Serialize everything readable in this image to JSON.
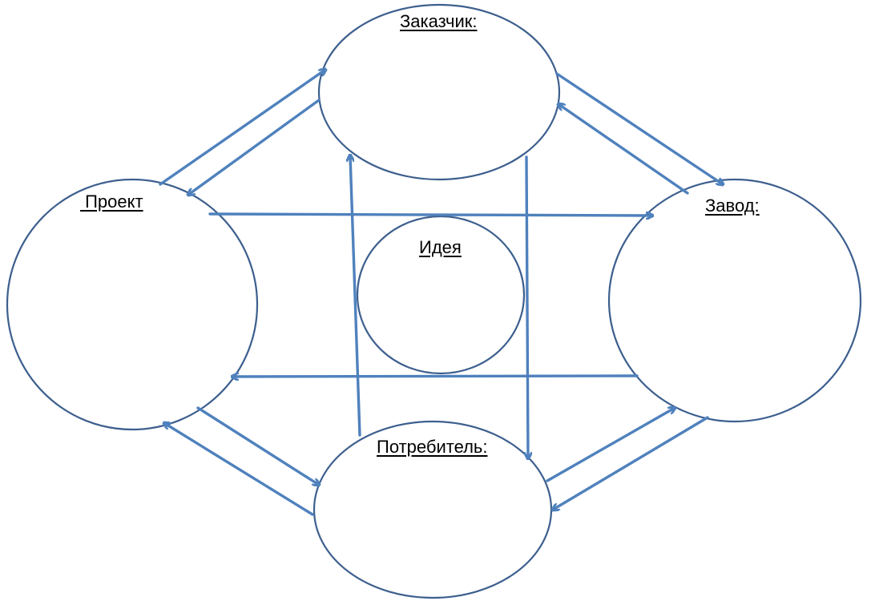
{
  "nodes": {
    "customer": {
      "label": "Заказчик:"
    },
    "project": {
      "label": " Проект"
    },
    "idea": {
      "label": "Идея"
    },
    "factory": {
      "label": "Завод:"
    },
    "consumer": {
      "label": "Потребитель:"
    }
  },
  "colors": {
    "node_outline": "#3d5f8e",
    "arrow": "#4f81bd",
    "text": "#000000"
  }
}
